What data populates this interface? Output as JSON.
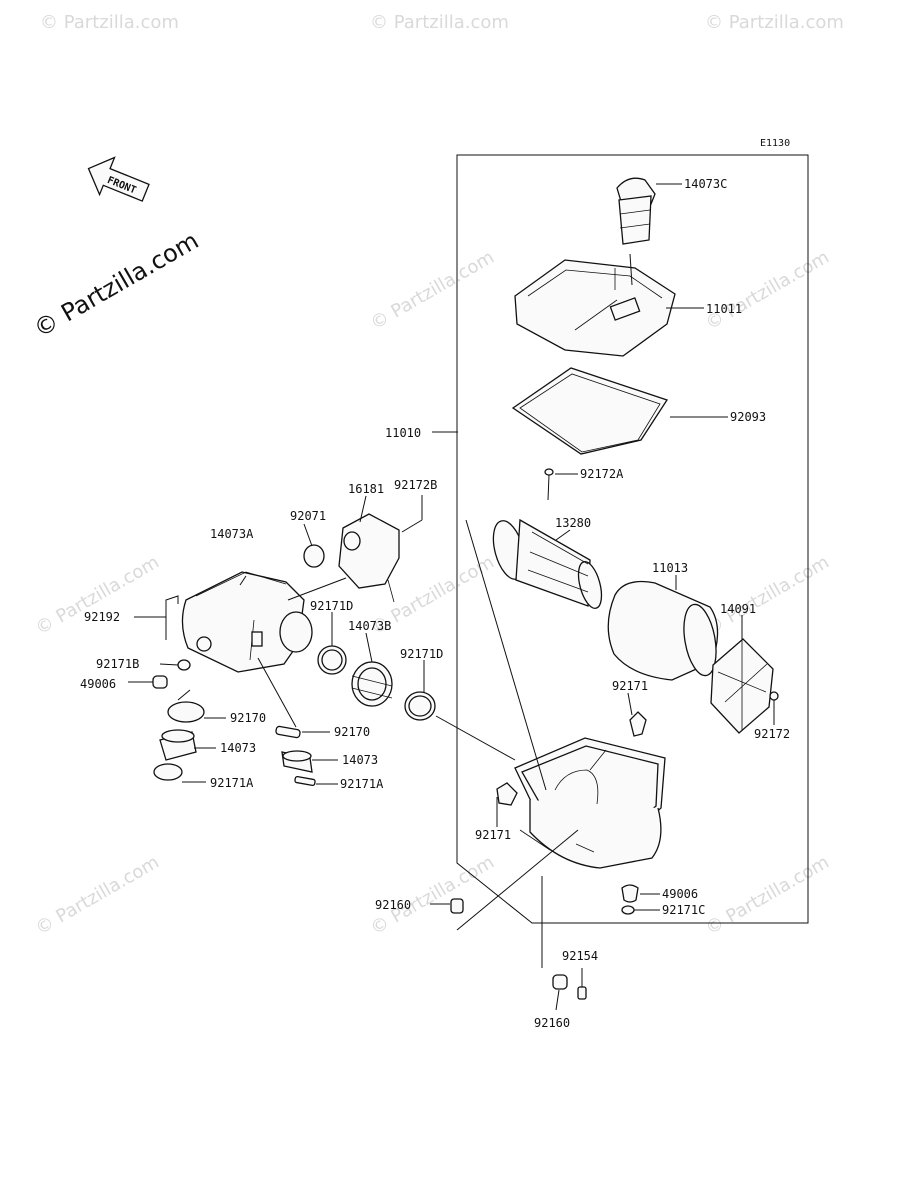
{
  "diagram_code": "E1130",
  "watermark": "© Partzilla.com",
  "front_label": "FRONT",
  "parts": {
    "p14073C": "14073C",
    "p11011": "11011",
    "p92093": "92093",
    "p11010": "11010",
    "p92172A": "92172A",
    "p13280": "13280",
    "p11013": "11013",
    "p14091": "14091",
    "p92172": "92172",
    "p16181": "16181",
    "p92172B": "92172B",
    "p92071": "92071",
    "p14073A": "14073A",
    "p92192": "92192",
    "p92171D_a": "92171D",
    "p14073B": "14073B",
    "p92171D_b": "92171D",
    "p92171B": "92171B",
    "p49006_a": "49006",
    "p92170_a": "92170",
    "p92170_b": "92170",
    "p14073_a": "14073",
    "p14073_b": "14073",
    "p92171A_a": "92171A",
    "p92171A_b": "92171A",
    "p92171_a": "92171",
    "p92171_b": "92171",
    "p49006_b": "49006",
    "p92171C": "92171C",
    "p92160_a": "92160",
    "p92154": "92154",
    "p92160_b": "92160"
  }
}
